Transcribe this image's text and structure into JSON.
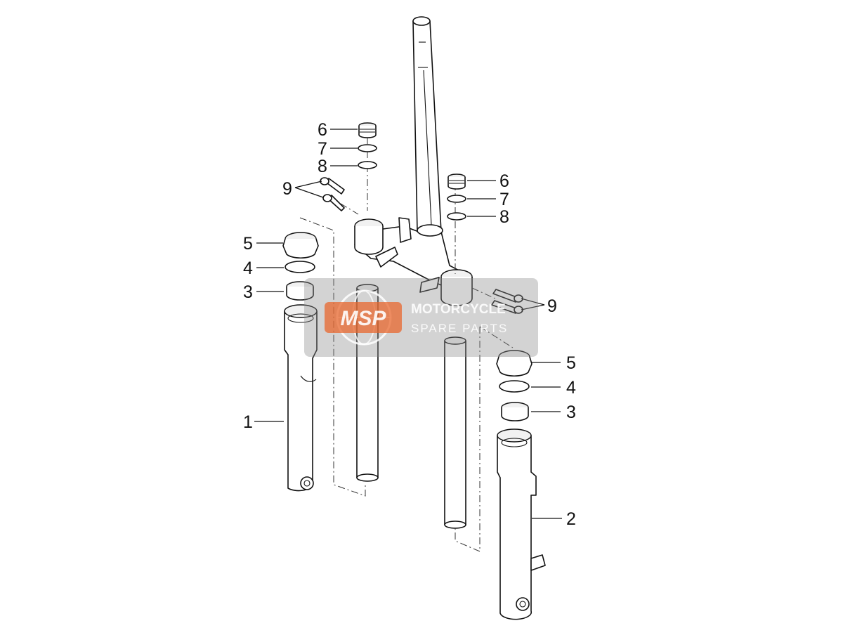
{
  "callouts": {
    "c1": "1",
    "c2": "2",
    "c3_left": "3",
    "c3_right": "3",
    "c4_left": "4",
    "c4_right": "4",
    "c5_left": "5",
    "c5_right": "5",
    "c6_left": "6",
    "c6_right": "6",
    "c7_left": "7",
    "c7_right": "7",
    "c8_left": "8",
    "c8_right": "8",
    "c9_left": "9",
    "c9_right": "9"
  },
  "watermark": {
    "logo": "MSP",
    "line1": "MOTORCYCLE",
    "line2": "SPARE PARTS",
    "logo_color": "#e8672e"
  }
}
